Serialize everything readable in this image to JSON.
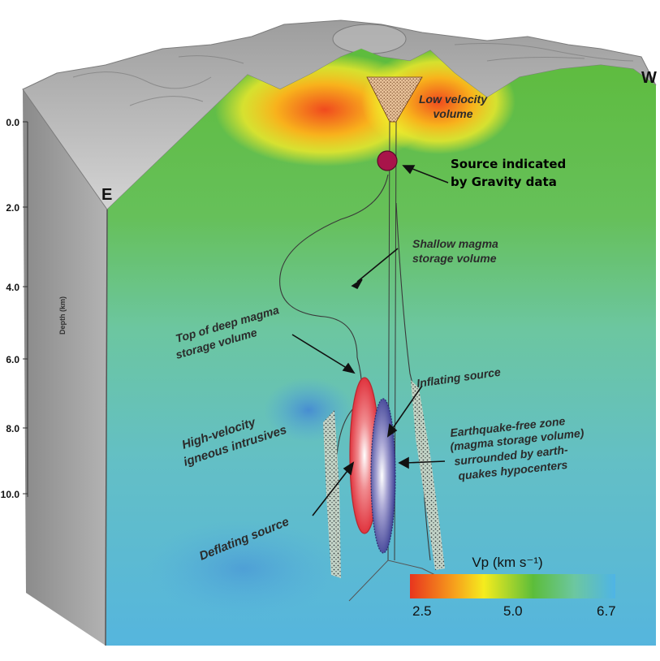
{
  "corners": {
    "east": "E",
    "west": "W"
  },
  "depth_axis": {
    "label": "Depth (km)",
    "ticks": [
      "0.0",
      "2.0",
      "4.0",
      "6.0",
      "8.0",
      "10.0"
    ]
  },
  "labels": {
    "low_velocity": [
      "Low velocity",
      "volume"
    ],
    "gravity_source": [
      "Source indicated",
      "by Gravity data"
    ],
    "shallow_magma": [
      "Shallow magma",
      "storage volume"
    ],
    "deep_magma_top": [
      "Top of deep magma",
      "storage volume"
    ],
    "inflating": "Inflating source",
    "earthquake_free": [
      "Earthquake-free zone",
      "(magma storage volume)",
      "surrounded by earth-",
      "quakes hypocenters"
    ],
    "high_velocity": [
      "High-velocity",
      "igneous intrusives"
    ],
    "deflating": "Deflating source"
  },
  "colorbar": {
    "title": "Vp (km s⁻¹)",
    "ticks": [
      "2.5",
      "5.0",
      "6.7"
    ],
    "colors": [
      "#e8351e",
      "#f7a21c",
      "#f5ec1e",
      "#5cbd3a",
      "#6cc7a0",
      "#4fb4e6"
    ]
  },
  "colors": {
    "gravity_source": "#a8144a",
    "deflating_source": "#e8404a",
    "inflating_source": "#5055a8"
  }
}
